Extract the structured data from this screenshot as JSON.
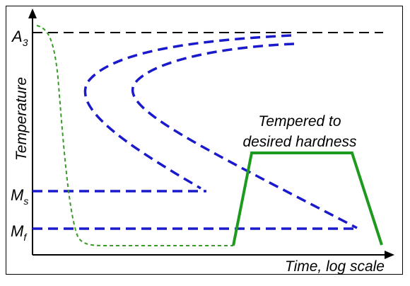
{
  "diagram": {
    "axis_y_label": "Temperature",
    "axis_x_label": "Time, log scale",
    "a3": {
      "base": "A",
      "sub": "3"
    },
    "ms": {
      "base": "M",
      "sub": "s"
    },
    "mf": {
      "base": "M",
      "sub": "f"
    },
    "annotation_line1": "Tempered to",
    "annotation_line2": "desired hardness",
    "colors": {
      "axes": "#000000",
      "ttt_curves": "#1a1acc",
      "cooling_curve": "#3a9a2a",
      "tempering_path": "#1e9a1e"
    }
  }
}
